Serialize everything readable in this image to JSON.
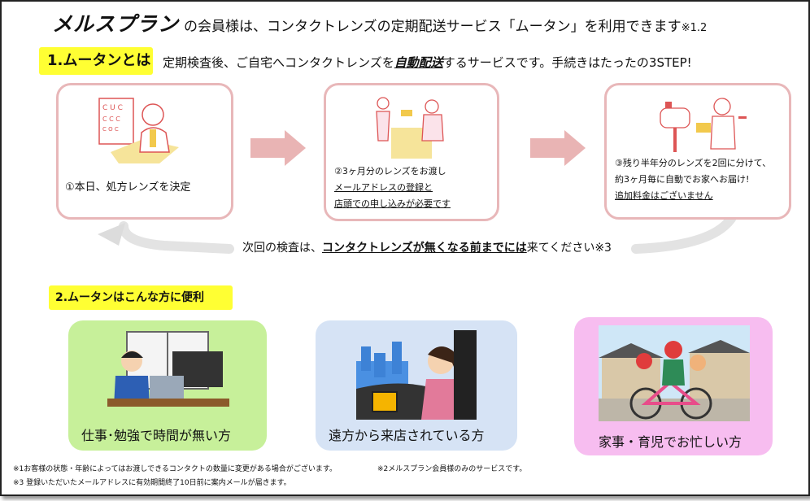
{
  "header": {
    "brand": "メルスプラン",
    "text": "の会員様は、コンタクトレンズの定期配送サービス「ムータン」を利用できます",
    "note": "※1.2"
  },
  "section1": {
    "badge": "1.ムータンとは",
    "intro_pre": "定期検査後、ご自宅へコンタクトレンズを",
    "intro_em": "自動配送",
    "intro_post": "するサービスです。手続きはたったの3STEP!"
  },
  "steps": [
    {
      "line1": "①本日、処方レンズを決定"
    },
    {
      "line1": "②3ヶ月分のレンズをお渡し",
      "line2": "メールアドレスの登録と",
      "line3": "店頭での申し込みが必要です"
    },
    {
      "line1": "③残り半年分のレンズを2回に分けて、",
      "line2": "約3ヶ月毎に自動でお家へお届け!",
      "line3": "追加料金はございません"
    }
  ],
  "cycle": {
    "pre": "次回の検査は、",
    "bold": "コンタクトレンズが無くなる前までには",
    "post": "来てください※3"
  },
  "section2": {
    "badge": "2.ムータンはこんな方に便利",
    "cards": [
      {
        "label": "仕事･勉強で時間が無い方"
      },
      {
        "label": "遠方から来店されている方"
      },
      {
        "label": "家事・育児でお忙しい方"
      }
    ]
  },
  "footnotes": {
    "n1": "※1お客様の状態・年齢によってはお渡しできるコンタクトの数量に変更がある場合がございます。",
    "n2": "※2メルスプラン会員様のみのサービスです。",
    "n3": "※3 登録いただいたメールアドレスに有効期間終了10日前に案内メールが届きます。"
  },
  "colors": {
    "badge": "#ffff33",
    "step_border": "#e8b7b9",
    "arrow": "#e9b4b4",
    "card1": "#c7f09a",
    "card2": "#d6e3f5",
    "card3": "#f7bdf0"
  }
}
